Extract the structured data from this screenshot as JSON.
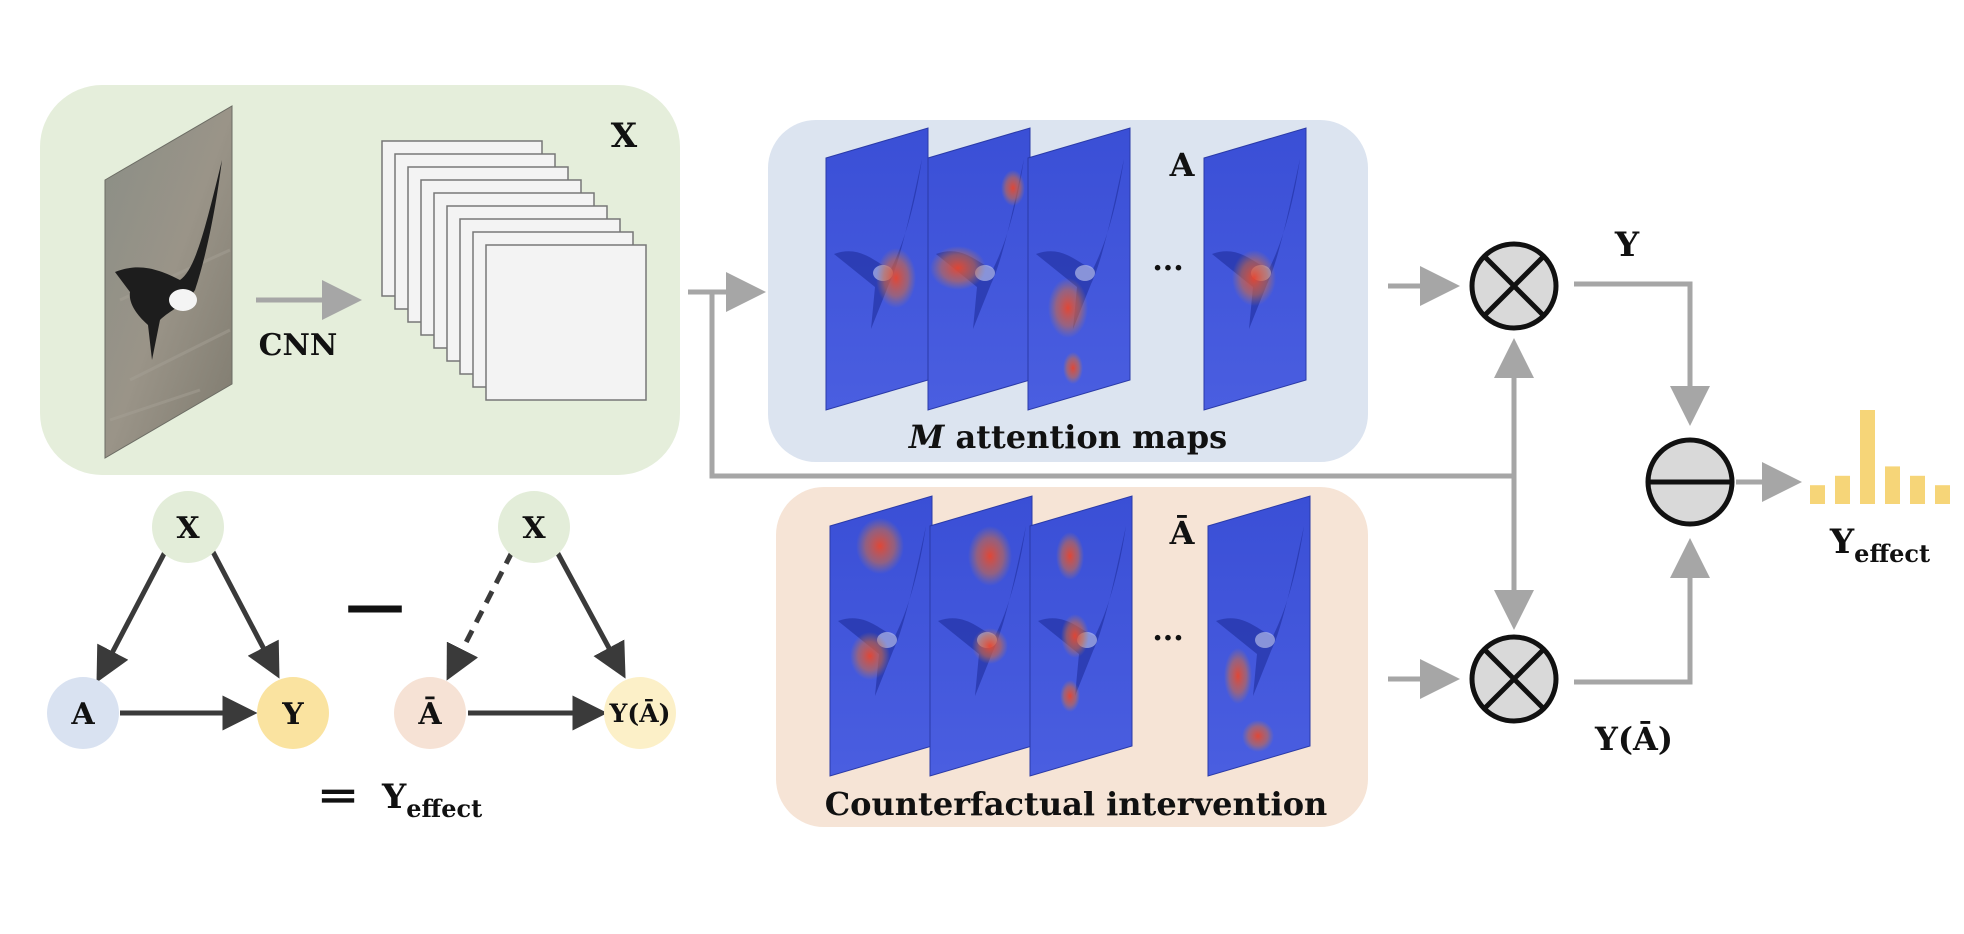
{
  "labels": {
    "feature_x": "X",
    "cnn": "CNN",
    "attention_a": "A",
    "attention_m": "M",
    "attention_maps": "attention maps",
    "ellipsis_top": "...",
    "counter_abar": "Ā",
    "ellipsis_bottom": "...",
    "counterfactual": "Counterfactual intervention",
    "y_out": "Y",
    "y_abar_out": "Y(Ā)",
    "y_effect_base": "Y",
    "y_effect_sub": "effect"
  },
  "graph_left": {
    "x": "X",
    "a": "A",
    "y": "Y"
  },
  "graph_right": {
    "x": "X",
    "a": "Ā",
    "y": "Y(Ā)"
  },
  "equation": {
    "minus": "—",
    "equals": "═",
    "base": "Y",
    "sub": "effect"
  },
  "colors": {
    "green_panel": "#e5eedb",
    "blue_panel": "#dce4f0",
    "peach_panel": "#f6e4d6",
    "arrow_gray": "#a6a6a6",
    "op_fill": "#d9d9d9",
    "node_x": "#e3edd9",
    "node_a": "#d9e2f1",
    "node_y": "#fae3a0",
    "node_abar": "#f6e2d5",
    "node_yabar": "#fcf0c8",
    "heatmap_blue": "#3f52d8",
    "heatmap_red": "#e04030",
    "bar_yellow": "#f6d578"
  },
  "chart_data": {
    "type": "bar",
    "values": [
      0.2,
      0.3,
      1.0,
      0.4,
      0.3,
      0.2
    ]
  }
}
